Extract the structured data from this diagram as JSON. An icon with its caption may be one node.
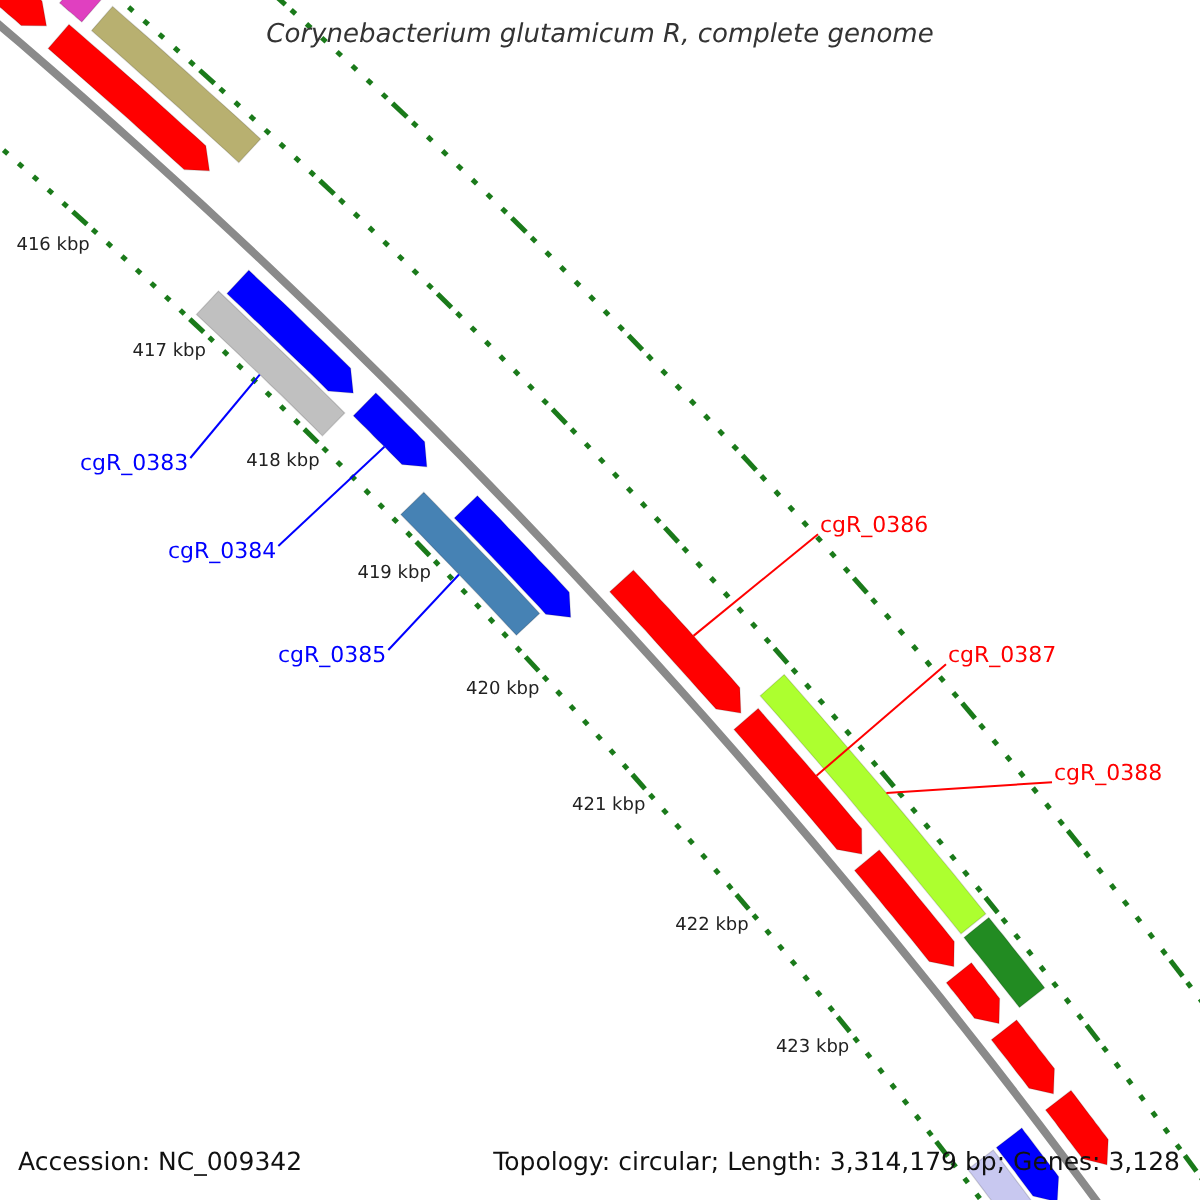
{
  "diagram": {
    "title": "Corynebacterium glutamicum R, complete genome",
    "nodes": [
      {
        "text": [
          "cgR_0383"
        ]
      },
      {
        "text": [
          "cgR_0384"
        ]
      },
      {
        "text": [
          "cgR_0385"
        ]
      },
      {
        "text": [
          "cgR_0386"
        ]
      },
      {
        "text": [
          "cgR_0387"
        ]
      },
      {
        "text": [
          "cgR_0388"
        ]
      },
      {
        "text": [],
        "shape": "arrow"
      },
      {
        "text": [],
        "shape": "bar"
      },
      {
        "text": [],
        "shape": "arrow"
      },
      {
        "text": [],
        "shape": "bar"
      },
      {
        "text": [],
        "shape": "bar"
      },
      {
        "text": [],
        "shape": "arrow"
      },
      {
        "text": [],
        "shape": "arrow"
      },
      {
        "text": [],
        "shape": "bar"
      },
      {
        "text": [],
        "shape": "arrow"
      },
      {
        "text": [],
        "shape": "arrow"
      },
      {
        "text": [],
        "shape": "bar"
      },
      {
        "text": [],
        "shape": "arrow"
      },
      {
        "text": [],
        "shape": "arrow"
      },
      {
        "text": [],
        "shape": "bar"
      },
      {
        "text": [],
        "shape": "arrow"
      },
      {
        "text": [],
        "shape": "arrow"
      },
      {
        "text": [],
        "shape": "arrow"
      },
      {
        "text": [],
        "shape": "arrow"
      },
      {
        "text": [],
        "shape": "bar"
      }
    ],
    "edges": [
      {
        "from": 0,
        "to": 10,
        "arrow": "none"
      },
      {
        "from": 1,
        "to": 12,
        "arrow": "none"
      },
      {
        "from": 2,
        "to": 13,
        "arrow": "none"
      },
      {
        "from": 3,
        "to": 15,
        "arrow": "none",
        "color": "#ff0000"
      },
      {
        "from": 4,
        "to": 17,
        "arrow": "none",
        "color": "#ff0000"
      },
      {
        "from": 5,
        "to": 16,
        "arrow": "none",
        "color": "#ff0000"
      }
    ],
    "labels": [
      "416 kbp",
      "417 kbp",
      "418 kbp",
      "419 kbp",
      "420 kbp",
      "421 kbp",
      "422 kbp",
      "423 kbp",
      "Accession: NC_009342",
      "Topology: circular; Length: 3,314,179 bp; Genes: 3,128"
    ]
  }
}
